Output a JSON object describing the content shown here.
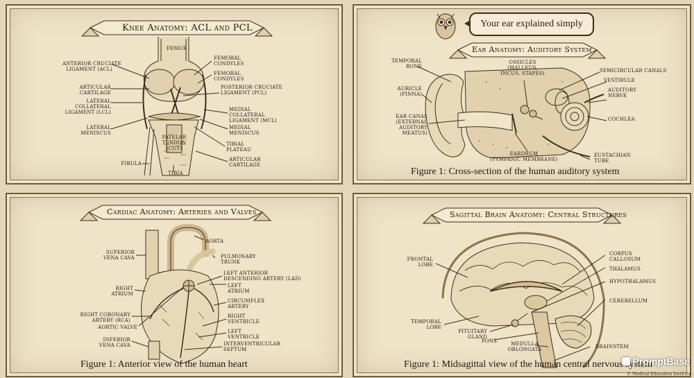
{
  "panels": {
    "knee": {
      "title": "Knee Anatomy: ACL and PCL",
      "labels": {
        "femur": "FEMUR",
        "femoral_condyles_1": "FEMORAL\nCONDYLES",
        "femoral_condyles_2": "FEMORAL\nCONDYLES",
        "acl": "ANTERIOR CRUCIATE\nLIGAMENT (ACL)",
        "articular_cartilage_left": "ARTICULAR\nCARTILAGE",
        "pcl": "POSTERIOR CRUCIATE\nLIGAMENT (PCL)",
        "lcl": "LATERAL\nCOLLATERAL\nLIGAMENT (LCL)",
        "mcl": "MEDIAL\nCOLLATERAL\nLIGAMENT (MCL)",
        "lateral_meniscus": "LATERAL\nMENISCUS",
        "medial_meniscus": "MEDIAL\nMENISCUS",
        "patellar_tendon": "PATELAR\nTENDON\n(cut)",
        "tibial_plateau": "TIBIAL\nPLATEAU",
        "fibula": "FIBULA",
        "tibia": "TIBIA",
        "articular_cartilage_right": "ARTICULAR\nCARTILAGE"
      }
    },
    "ear": {
      "bubble_text": "Your ear explained simply",
      "title": "Ear Anatomy: Auditory System",
      "caption": "Figure 1: Cross-section of the human auditory system",
      "labels": {
        "temporal_bone": "TEMPORAL\nBONE",
        "ossicles": "OSSICLES\n(MALLEUS,\nINCUS, STAPES)",
        "semicircular_canals": "SEMICIRCULAR CANALS",
        "vestibule": "VESTIBULE",
        "auricle": "AURICLE\n(PINNA)",
        "auditory_nerve": "AUDITORY\nNERVE",
        "cochlea": "COCHLEA",
        "ear_canal": "EAR CANAL\n(EXTERNAL\nAUDITORY\nMEATUS)",
        "eardrum": "EARDRUM\n(TYMPANIC MEMBRANE)",
        "eustachian_tube": "EUSTACHIAN\nTUBE"
      }
    },
    "heart": {
      "title": "Cardiac Anatomy: Arteries and Valves",
      "caption": "Figure 1: Anterior view of the human heart",
      "labels": {
        "aorta": "AORTA",
        "superior_vena_cava": "SUPERIOR\nVENA CAVA",
        "pulmonary_trunk": "PULMONARY\nTRUNK",
        "lad": "LEFT ANTERIOR\nDESCENDING ARTERY (LAD)",
        "left_atrium": "LEFT\nATRIUM",
        "right_atrium": "RIGHT\nATRIUM",
        "circumflex": "CIRCUMFLEX\nARTERY",
        "rca": "RIGHT CORONARY\nARTERY (RCA)",
        "right_ventricle": "RIGHT\nVENTRICLE",
        "aortic_valve": "AORTIC VALVE",
        "left_ventricle": "LEFT\nVENTRICLE",
        "inferior_vena_cava": "INFERIOR\nVENA CAVA",
        "septum": "INTERVENTRICULAR\nSEPTUM"
      }
    },
    "brain": {
      "title": "Sagittal Brain Anatomy: Central Structures",
      "caption": "Figure 1: Midsagittal view of the human central nervous system",
      "labels": {
        "frontal_lobe": "FRONTAL\nLOBE",
        "corpus_callosum": "CORPUS\nCALLOSUM",
        "thalamus": "THALAMUS",
        "hypothalamus": "HYPOTHALAMUS",
        "cerebellum": "CEREBELLUM",
        "temporal_lobe": "TEMPORAL\nLOBE",
        "pituitary_gland": "PITUITARY\nGLAND",
        "pons": "PONS",
        "medulla": "MEDULLA\nOBLONGATA",
        "brainstem": "BRAINSTEM"
      }
    }
  },
  "footer": {
    "credit": "© Medical Education Institute",
    "watermark": "PromptBase"
  },
  "colors": {
    "parchment": "#efe3c8",
    "ink": "#2a2118",
    "border": "#6e5a3e"
  }
}
